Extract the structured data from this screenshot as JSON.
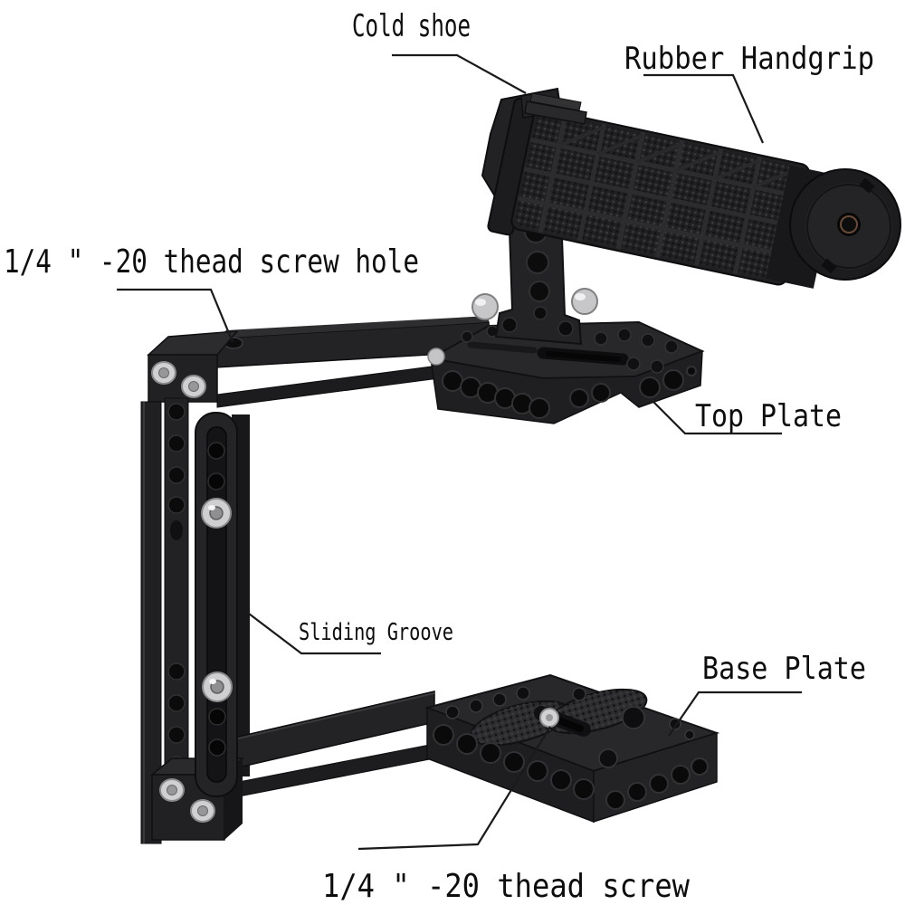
{
  "figure": {
    "type": "annotated-product-diagram",
    "subject": "camera cage with top handle",
    "background": "#ffffff"
  },
  "annotations": {
    "cold_shoe": "Cold shoe",
    "rubber_handgrip": "Rubber Handgrip",
    "thread_screw_hole": "1/4 \" -20 thead screw hole",
    "top_plate": "Top Plate",
    "sliding_groove": "Sliding Groove",
    "base_plate": "Base Plate",
    "thread_screw": "1/4 \" -20 thead screw"
  },
  "colors": {
    "background": "#ffffff",
    "label_text": "#0d0d0d",
    "leader_line": "#1a1a1a",
    "metal": "#222225",
    "metal_dark": "#161618",
    "metal_light": "#2d2d30",
    "screw_silver": "#cdcdcf",
    "thread_bronze": "#6a4a38"
  }
}
